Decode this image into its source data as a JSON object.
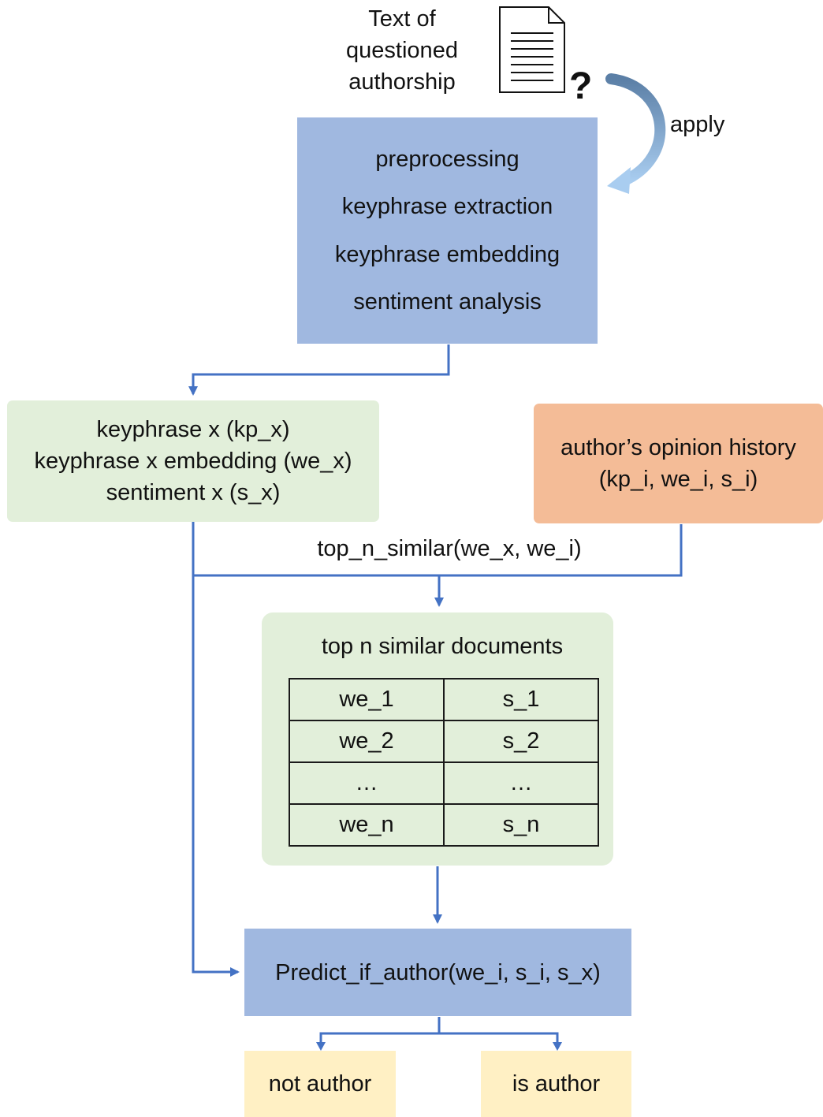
{
  "input_doc": {
    "label_lines": [
      "Text of",
      "questioned",
      "authorship"
    ],
    "question_mark": "?"
  },
  "apply_label": "apply",
  "process_steps": [
    "preprocessing",
    "keyphrase extraction",
    "keyphrase embedding",
    "sentiment analysis"
  ],
  "keyphrase_box": {
    "lines": [
      "keyphrase x (kp_x)",
      "keyphrase x embedding (we_x)",
      "sentiment x (s_x)"
    ]
  },
  "history_box": {
    "lines": [
      "author’s opinion history",
      "(kp_i, we_i, s_i)"
    ]
  },
  "similarity_label": "top_n_similar(we_x, we_i)",
  "similar_docs": {
    "title": "top n similar documents",
    "rows": [
      [
        "we_1",
        "s_1"
      ],
      [
        "we_2",
        "s_2"
      ],
      [
        "…",
        "…"
      ],
      [
        "we_n",
        "s_n"
      ]
    ]
  },
  "predict_label": "Predict_if_author(we_i, s_i, s_x)",
  "outcomes": {
    "not_author": "not author",
    "is_author": "is author"
  },
  "colors": {
    "process_blue": "#a0b8e0",
    "green": "#e2efda",
    "orange": "#f4bc97",
    "yellow": "#fff0c4",
    "connector": "#4472c4",
    "apply_arrow": "#7ea6d6"
  }
}
